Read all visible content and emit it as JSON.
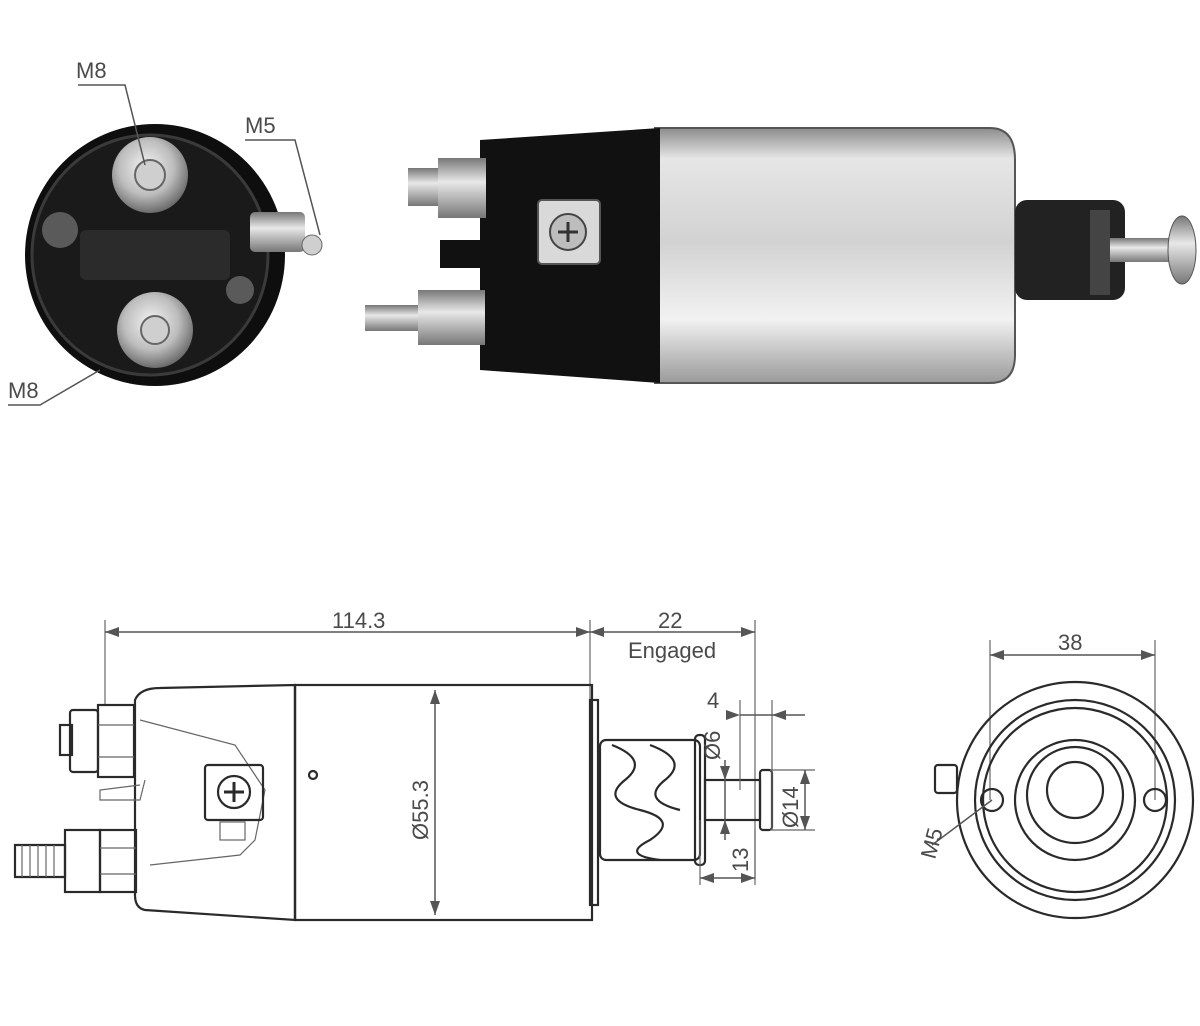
{
  "photo": {
    "end_view_labels": {
      "top_terminal": "M8",
      "side_terminal": "M5",
      "bottom_terminal": "M8"
    }
  },
  "drawing": {
    "overall_length": "114.3",
    "stroke": "22",
    "stroke_note": "Engaged",
    "plunger_step": "4",
    "plunger_tip_dia": "Ø6",
    "plunger_dia": "Ø14",
    "plunger_length": "13",
    "body_dia": "Ø55.3",
    "mount_spacing": "38",
    "mount_screw": "M5"
  },
  "colors": {
    "line": "#2a2a2a",
    "text": "#4a4a4a",
    "black_cap": "#111111",
    "silver_body": "#c9c9c9"
  }
}
